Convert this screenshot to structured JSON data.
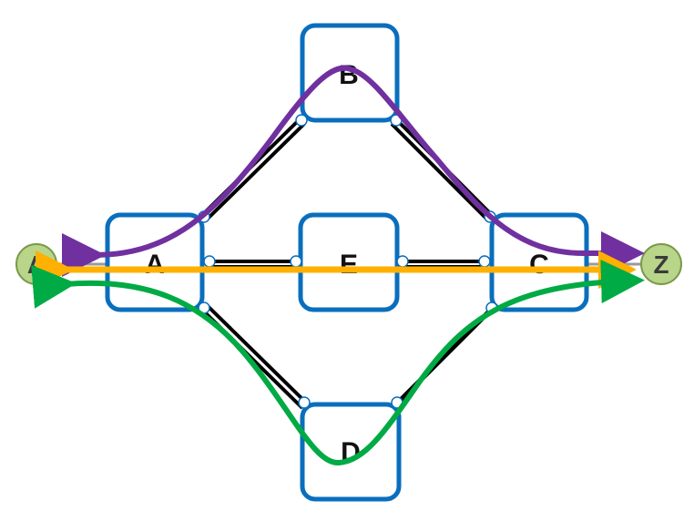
{
  "diagram": {
    "endpoints": [
      {
        "id": "A",
        "label": "A"
      },
      {
        "id": "Z",
        "label": "Z"
      }
    ],
    "nodes": [
      {
        "id": "B",
        "label": "B"
      },
      {
        "id": "A",
        "label": "A"
      },
      {
        "id": "E",
        "label": "E"
      },
      {
        "id": "C",
        "label": "C"
      },
      {
        "id": "D",
        "label": "D"
      }
    ],
    "links": [
      {
        "from": "A",
        "to": "B"
      },
      {
        "from": "A",
        "to": "E"
      },
      {
        "from": "A",
        "to": "D"
      },
      {
        "from": "B",
        "to": "C"
      },
      {
        "from": "E",
        "to": "C"
      },
      {
        "from": "D",
        "to": "C"
      }
    ],
    "paths": [
      {
        "via": "B",
        "color": "#7030a0"
      },
      {
        "via": "E",
        "color": "#ffb000"
      },
      {
        "via": "D",
        "color": "#00aa44"
      }
    ],
    "colors": {
      "node_border": "#0a6ebd",
      "link": "#000000",
      "endpoint_fill": "#b8d58a",
      "endpoint_border": "#7a9a4a"
    }
  }
}
